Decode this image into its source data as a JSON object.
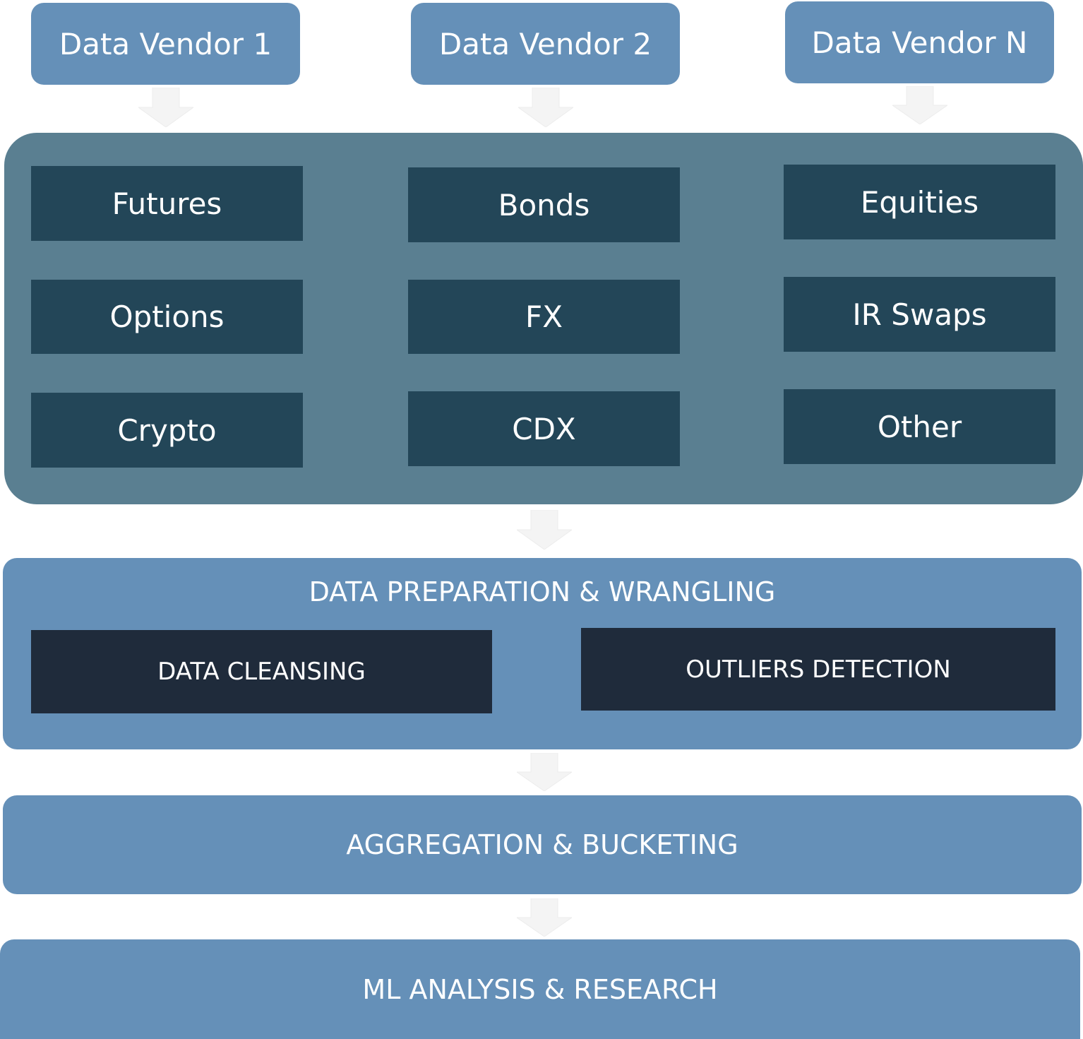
{
  "vendors": [
    {
      "label": "Data Vendor 1"
    },
    {
      "label": "Data Vendor 2"
    },
    {
      "label": "Data Vendor N"
    }
  ],
  "asset_classes": [
    {
      "label": "Futures"
    },
    {
      "label": "Bonds"
    },
    {
      "label": "Equities"
    },
    {
      "label": "Options"
    },
    {
      "label": "FX"
    },
    {
      "label": "IR Swaps"
    },
    {
      "label": "Crypto"
    },
    {
      "label": "CDX"
    },
    {
      "label": "Other"
    }
  ],
  "preparation": {
    "title": "DATA PREPARATION & WRANGLING",
    "tasks": [
      {
        "label": "DATA CLEANSING"
      },
      {
        "label": "OUTLIERS DETECTION"
      }
    ]
  },
  "aggregation": {
    "label": "AGGREGATION & BUCKETING"
  },
  "ml": {
    "label": "ML ANALYSIS & RESEARCH"
  },
  "colors": {
    "vendor_box": "#6590b8",
    "asset_panel": "#5a7f91",
    "asset_box": "#234658",
    "stage_box": "#6590b8",
    "subtask_box": "#1f2b3b",
    "text": "#ffffff",
    "arrow": "#f2f2f2"
  }
}
